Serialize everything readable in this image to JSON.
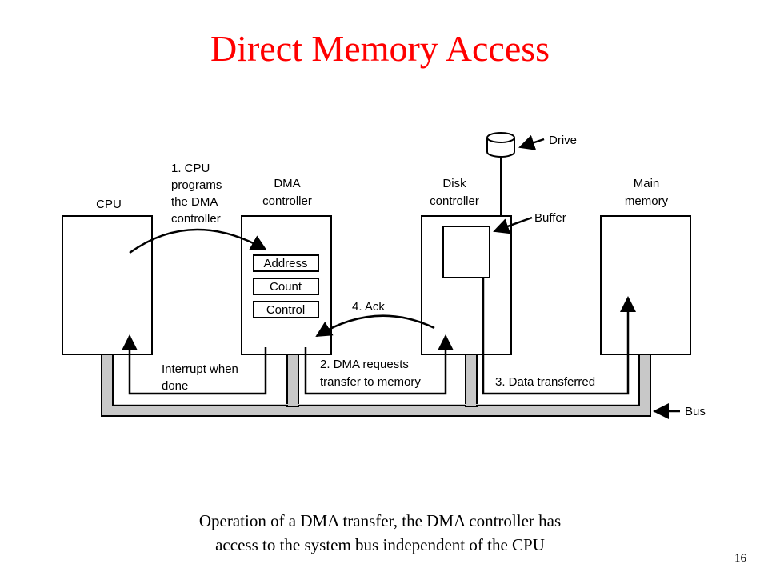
{
  "slide": {
    "title": "Direct Memory Access",
    "caption_line1": "Operation of a DMA transfer, the DMA controller has",
    "caption_line2": "access to the system bus independent of the CPU",
    "number": "16"
  },
  "diagram": {
    "components": {
      "cpu": "CPU",
      "dma_line1": "DMA",
      "dma_line2": "controller",
      "disk_line1": "Disk",
      "disk_line2": "controller",
      "memory_line1": "Main",
      "memory_line2": "memory",
      "drive": "Drive",
      "buffer": "Buffer",
      "bus": "Bus"
    },
    "registers": [
      "Address",
      "Count",
      "Control"
    ],
    "steps": {
      "step1_line1": "1. CPU",
      "step1_line2": "programs",
      "step1_line3": "the DMA",
      "step1_line4": "controller",
      "step2_line1": "2. DMA requests",
      "step2_line2": "transfer to memory",
      "step3": "3. Data transferred",
      "step4": "4. Ack",
      "interrupt_line1": "Interrupt when",
      "interrupt_line2": "done"
    },
    "colors": {
      "title": "#ff0000",
      "bus_fill": "#c8c8c8",
      "line": "#000000"
    }
  }
}
